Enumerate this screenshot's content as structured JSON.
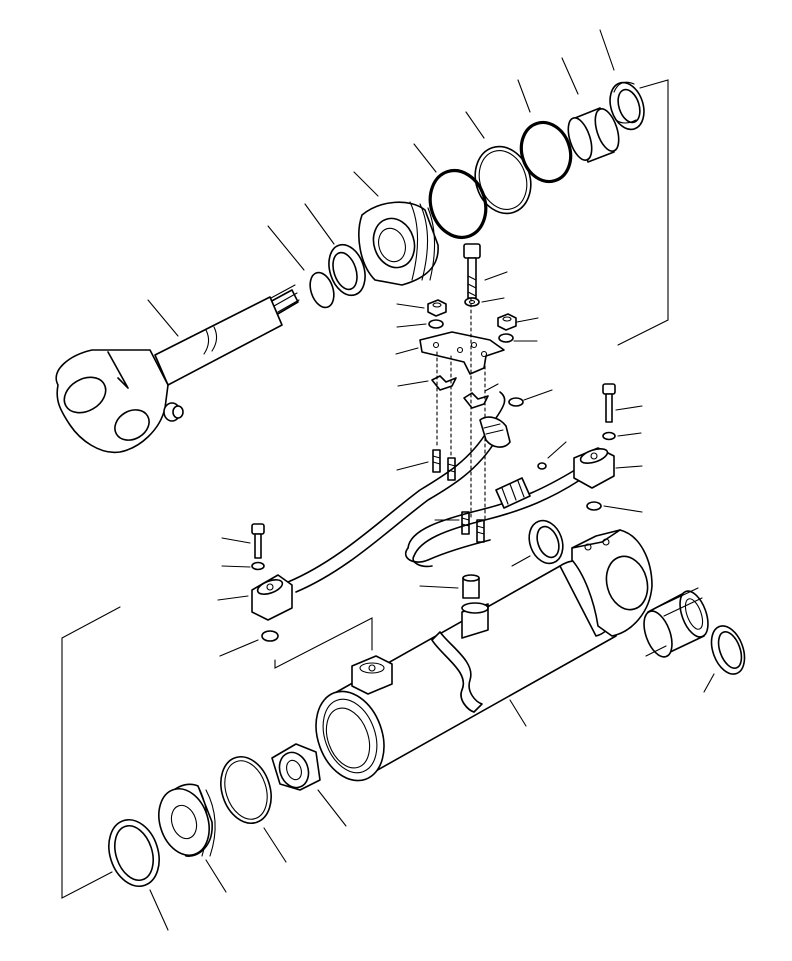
{
  "diagram": {
    "type": "exploded parts diagram",
    "colors": {
      "line": "#000000",
      "background": "#ffffff"
    },
    "parts": [
      "cylinder-rod",
      "snap-ring",
      "dust-seal",
      "cylinder-head",
      "o-ring",
      "backup-ring",
      "head-seal-ring",
      "rod-bushing",
      "wiper-ring",
      "bolt",
      "washer",
      "nut",
      "clamp-plate",
      "tube-clip",
      "stud",
      "hydraulic-tube",
      "tube-flange",
      "port-o-ring",
      "spacer-collar",
      "cylinder-tube",
      "end-bushing",
      "end-dust-seal",
      "piston-nut",
      "piston-wear-ring",
      "piston",
      "piston-seal"
    ]
  }
}
